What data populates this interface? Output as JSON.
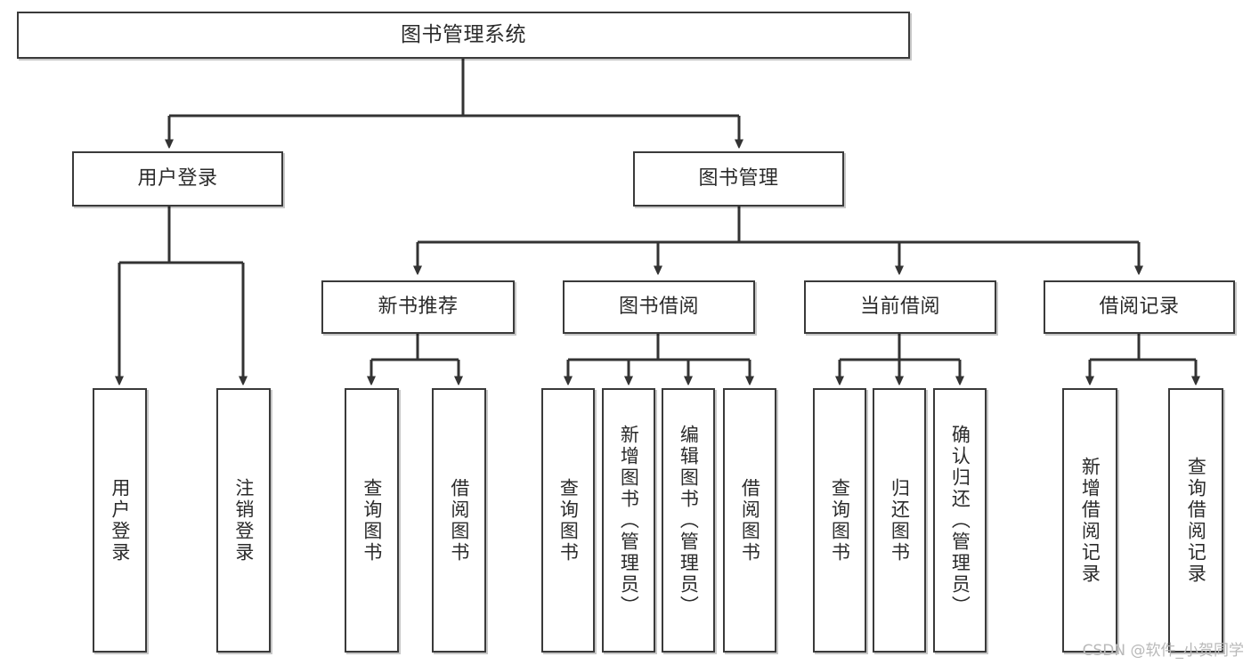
{
  "diagram": {
    "title": "图书管理系统",
    "style": {
      "box_border_color": "#3a3a3a",
      "box_fill_color": "#ffffff",
      "connector_color": "#333333",
      "text_color": "#2b2b2b",
      "background": "#ffffff",
      "watermark_color": "#b9b9b9"
    },
    "root": {
      "label": "图书管理系统"
    },
    "level2": [
      {
        "label": "用户登录"
      },
      {
        "label": "图书管理"
      }
    ],
    "level3": [
      {
        "label": "新书推荐"
      },
      {
        "label": "图书借阅"
      },
      {
        "label": "当前借阅"
      },
      {
        "label": "借阅记录"
      }
    ],
    "leaves": {
      "user_login": [
        {
          "label": "用户登录"
        },
        {
          "label": "注销登录"
        }
      ],
      "new_book_recommend": [
        {
          "label": "查询图书"
        },
        {
          "label": "借阅图书"
        }
      ],
      "book_borrow": [
        {
          "label": "查询图书"
        },
        {
          "label": "新增图书（管理员）"
        },
        {
          "label": "编辑图书（管理员）"
        },
        {
          "label": "借阅图书"
        }
      ],
      "current_borrow": [
        {
          "label": "查询图书"
        },
        {
          "label": "归还图书"
        },
        {
          "label": "确认归还（管理员）"
        }
      ],
      "borrow_record": [
        {
          "label": "新增借阅记录"
        },
        {
          "label": "查询借阅记录"
        }
      ]
    }
  },
  "watermark": {
    "text": "CSDN @软件_小贺同学"
  }
}
